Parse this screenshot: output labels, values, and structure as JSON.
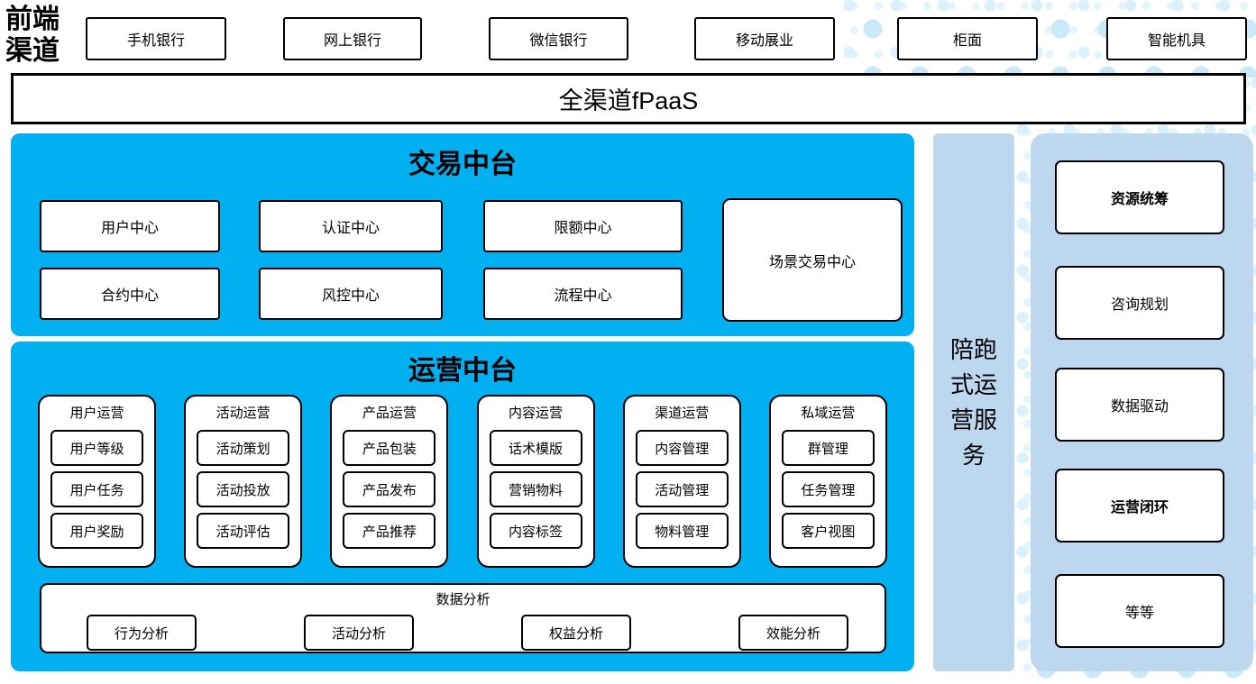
{
  "front_channels": {
    "label": "前端渠道",
    "items": [
      "手机银行",
      "网上银行",
      "微信银行",
      "移动展业",
      "柜面",
      "智能机具"
    ]
  },
  "fpaas": {
    "label": "全渠道fPaaS"
  },
  "trade_platform": {
    "title": "交易中台",
    "row1": [
      "用户中心",
      "认证中心",
      "限额中心"
    ],
    "row2": [
      "合约中心",
      "风控中心",
      "流程中心"
    ],
    "tall_box": "场景交易中心"
  },
  "operation_platform": {
    "title": "运营中台",
    "columns": [
      {
        "title": "用户运营",
        "items": [
          "用户等级",
          "用户任务",
          "用户奖励"
        ]
      },
      {
        "title": "活动运营",
        "items": [
          "活动策划",
          "活动投放",
          "活动评估"
        ]
      },
      {
        "title": "产品运营",
        "items": [
          "产品包装",
          "产品发布",
          "产品推荐"
        ]
      },
      {
        "title": "内容运营",
        "items": [
          "话术模版",
          "营销物料",
          "内容标签"
        ]
      },
      {
        "title": "渠道运营",
        "items": [
          "内容管理",
          "活动管理",
          "物料管理"
        ]
      },
      {
        "title": "私域运营",
        "items": [
          "群管理",
          "任务管理",
          "客户视图"
        ]
      }
    ],
    "analysis": {
      "title": "数据分析",
      "items": [
        "行为分析",
        "活动分析",
        "权益分析",
        "效能分析"
      ]
    }
  },
  "side_bar": {
    "label": "陪跑式运营服务"
  },
  "service_panel": {
    "items": [
      "资源统筹",
      "咨询规划",
      "数据驱动",
      "运营闭环",
      "等等"
    ]
  },
  "colors": {
    "accent_blue": "#00b0f0",
    "light_blue": "#bdd7ee",
    "dot_blue": "#c9e9f8"
  }
}
